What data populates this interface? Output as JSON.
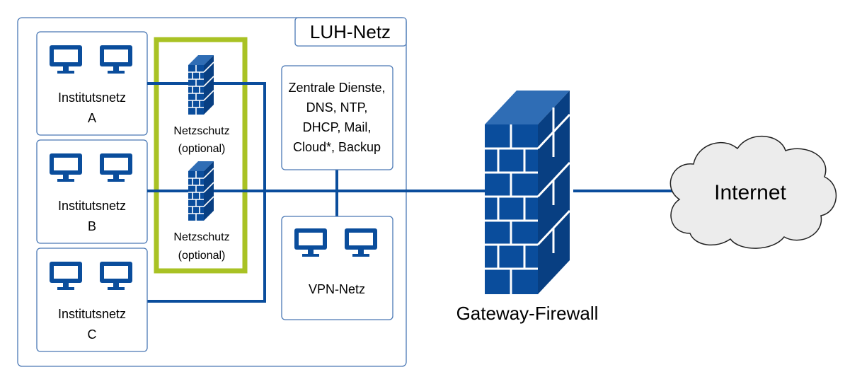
{
  "colors": {
    "network_blue": "#0a4d9c",
    "box_border": "#4a78b5",
    "highlight_green": "#a9c224",
    "cloud_fill": "#ececec"
  },
  "luh_network": {
    "label": "LUH-Netz"
  },
  "institute_networks": [
    {
      "name_line1": "Institutsnetz",
      "name_line2": "A"
    },
    {
      "name_line1": "Institutsnetz",
      "name_line2": "B"
    },
    {
      "name_line1": "Institutsnetz",
      "name_line2": "C"
    }
  ],
  "network_protection": [
    {
      "line1": "Netzschutz",
      "line2": "(optional)"
    },
    {
      "line1": "Netzschutz",
      "line2": "(optional)"
    }
  ],
  "central_services": {
    "lines": [
      "Zentrale Dienste,",
      "DNS, NTP,",
      "DHCP, Mail,",
      "Cloud*, Backup"
    ]
  },
  "vpn_network": {
    "label": "VPN-Netz"
  },
  "gateway_firewall": {
    "label": "Gateway-Firewall"
  },
  "internet": {
    "label": "Internet"
  },
  "icons": [
    "monitor-icon",
    "firewall-icon",
    "cloud-icon"
  ]
}
